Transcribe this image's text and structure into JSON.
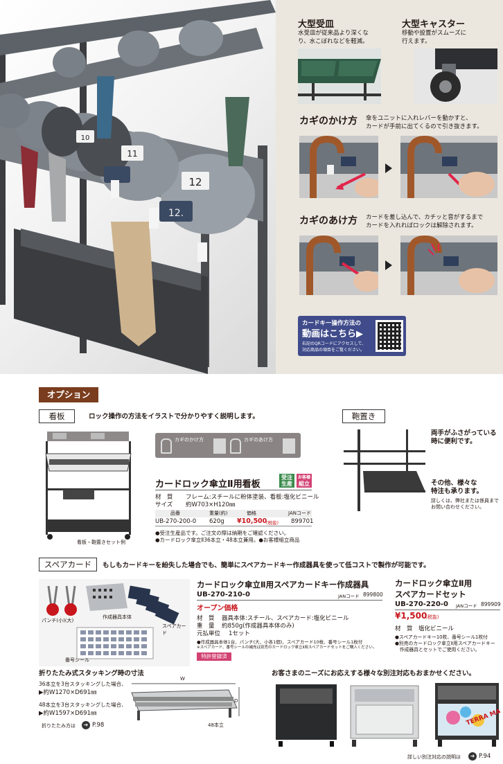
{
  "features": {
    "big_tray_title": "大型受皿",
    "big_tray_text_1": "水受皿が従来品より深くな",
    "big_tray_text_2": "り、水こぼれなどを軽減。",
    "caster_title": "大型キャスター",
    "caster_text_1": "移動や設置がスムーズに",
    "caster_text_2": "行えます。",
    "lock_title": "カギのかけ方",
    "lock_text_1": "傘をユニットに入れレバーを動かすと、",
    "lock_text_2": "カードが手前に出てくるので引き抜きます。",
    "unlock_title": "カギのあけ方",
    "unlock_text_1": "カードを差し込んで、カチッと音がするまで",
    "unlock_text_2": "カードを入れればロックは解除されます。",
    "hero_numbers": [
      "10",
      "11",
      "12",
      "12."
    ]
  },
  "video_box": {
    "line1": "カードキー操作方法の",
    "line2": "動画はこちら▶",
    "line3": "右記のQRコードにアクセスして、",
    "line4": "対応商品の項目をご覧ください。"
  },
  "options": {
    "section_label": "オプション",
    "signboard": {
      "label": "看板",
      "lead": "ロック操作の方法をイラストで分かりやすく説明します。",
      "photo_caption": "看板・鞄置きセット例",
      "sign_lock": "カギのかけ方",
      "sign_unlock": "カギのあけ方",
      "product_name": "カードロック傘立Ⅱ用看板",
      "tag1a": "受注",
      "tag1b": "生産",
      "tag2a": "お客様",
      "tag2b": "組立",
      "material_label": "材　質",
      "material_value": "フレーム:スチールに粉体塗装、看板:塩化ビニール",
      "size_label": "サイズ",
      "size_value": "約W703×H120㎜",
      "table_headers": [
        "品番",
        "重量(約)",
        "価格",
        "JANコード"
      ],
      "table_row": [
        "UB-270-200-0",
        "620g",
        "¥10,500",
        "(税抜)",
        "899701"
      ],
      "note1": "●受注生産品です。ご注文の際は納期をご確認ください。",
      "note2": "●カードロック傘立Ⅱ36本立・48本立兼用。●お客様組立商品"
    },
    "bag_stand": {
      "label": "鞄置き",
      "line1": "両手がふさがっている",
      "line2": "時に便利です。",
      "line3": "その他、様々な",
      "line4": "特注も承ります。",
      "line5": "詳しくは、弊社または係員まで",
      "line6": "お問い合わせください。"
    },
    "spare_card": {
      "label": "スペアカード",
      "lead": "もしもカードキーを紛失した場合でも、簡単にスペアカードキー作成器具を使って低コストで製作が可能です。",
      "photo_punch": "パンチ(小)(大)",
      "photo_body": "作成器具本体",
      "photo_card": "スペアカード",
      "photo_seal": "番号シール",
      "kit_name": "カードロック傘立Ⅱ用スペアカードキー作成器具",
      "kit_code": "UB-270-210-0",
      "kit_jan_label": "JANコード",
      "kit_jan": "899800",
      "kit_price": "オープン価格",
      "kit_material_label": "材　質",
      "kit_material": "器具本体:スチール、スペアカード:塩化ビニール",
      "kit_weight_label": "重　量",
      "kit_weight": "約850g(作成器具本体のみ)",
      "kit_unit_label": "元払単位",
      "kit_unit": "1セット",
      "kit_note1": "●作成器具本体1台、パンチ(大、小各1個)、スペアカード10枚、番号シール1枚付",
      "kit_note2": "※スペアカード、番号シールの補充は別売のカードロック傘立Ⅱ用スペアカードセットをご購入ください。",
      "patent": "特許登録済",
      "set_name_1": "カードロック傘立Ⅱ用",
      "set_name_2": "スペアカードセット",
      "set_code": "UB-270-220-0",
      "set_jan_label": "JANコード",
      "set_jan": "899909",
      "set_price": "¥1,500",
      "set_tax": "(税抜)",
      "set_material_label": "材　質",
      "set_material": "塩化ビニール",
      "set_note1": "●スペアカードキー10枚、番号シール1枚付",
      "set_note2": "●別売のカードロック傘立Ⅱ用スペアカードキー",
      "set_note3": "　作成器具とセットでご使用ください。"
    },
    "stacking": {
      "title": "折りたたみ式スタッキング時の寸法",
      "s36_text": "36本立を3台スタッキングした場合、",
      "s36_value": "▶約W1270×D691㎜",
      "s48_text": "48本立を3台スタッキングした場合、",
      "s48_value": "▶約W1597×D691㎜",
      "fold_text": "折りたたみ方は",
      "fold_page": "P.98",
      "dim_w": "W",
      "dim_d": "D",
      "caption": "48本立"
    },
    "custom": {
      "lead": "お客さまのニーズにお応えする様々な別注対応もおまかせください。",
      "footer": "詳しい別注対応の説明は",
      "page": "P.94",
      "sign_text": "TERRA MALL"
    }
  }
}
